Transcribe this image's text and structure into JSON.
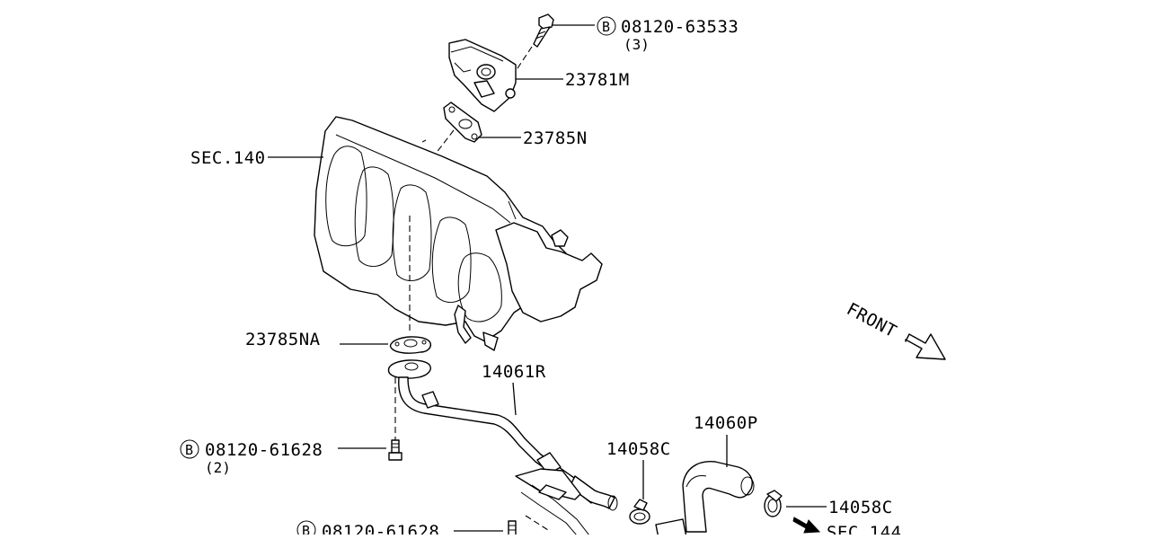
{
  "labels": {
    "bolt_top": "08120-63533",
    "bolt_top_qty": "(3)",
    "egr_valve": "23781M",
    "gasket_top": "23785N",
    "manifold_section": "SEC.140",
    "gasket_bottom": "23785NA",
    "tube": "14061R",
    "bolt_mid": "08120-61628",
    "bolt_mid_qty": "(2)",
    "clamp_left": "14058C",
    "hose": "14060P",
    "clamp_right": "14058C",
    "bolt_bottom": "08120-61628",
    "section_bottom": "SEC.144",
    "front": "FRONT",
    "bolt_symbol": "B"
  },
  "icons": {
    "bolt_marker": "circled-b-icon",
    "front_direction": "arrow-down-right-icon",
    "section_direction": "solid-arrow-icon"
  }
}
